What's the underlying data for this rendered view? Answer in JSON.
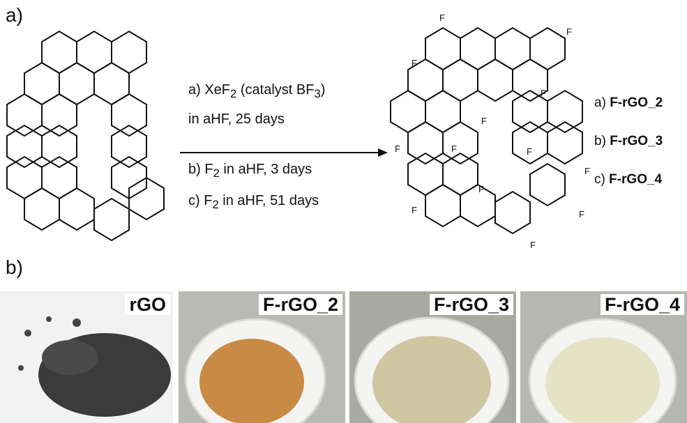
{
  "panel_a_label": "a)",
  "panel_b_label": "b)",
  "conditions": {
    "a_prefix": "a) XeF",
    "a_sub1": "2",
    "a_mid": " (catalyst BF",
    "a_sub2": "3",
    "a_suffix": ")",
    "a_line2": "in aHF, 25 days",
    "b_prefix": "b) F",
    "b_sub": "2",
    "b_suffix": " in aHF, 3 days",
    "c_prefix": "c) F",
    "c_sub": "2",
    "c_suffix": " in aHF, 51 days"
  },
  "products": [
    {
      "letter": "a)",
      "name": "F-rGO_2"
    },
    {
      "letter": "b)",
      "name": "F-rGO_3"
    },
    {
      "letter": "c)",
      "name": "F-rGO_4"
    }
  ],
  "atom_label": "F",
  "photos": [
    {
      "label": "rGO",
      "background": "#f2f2f2",
      "powder": "#3b3b3b"
    },
    {
      "label": "F-rGO_2",
      "background": "#b9b9b5",
      "powder": "#c98a45"
    },
    {
      "label": "F-rGO_3",
      "background": "#a9a9a4",
      "powder": "#cfc6a2"
    },
    {
      "label": "F-rGO_4",
      "background": "#b6b6b2",
      "powder": "#e6e2c4"
    }
  ]
}
